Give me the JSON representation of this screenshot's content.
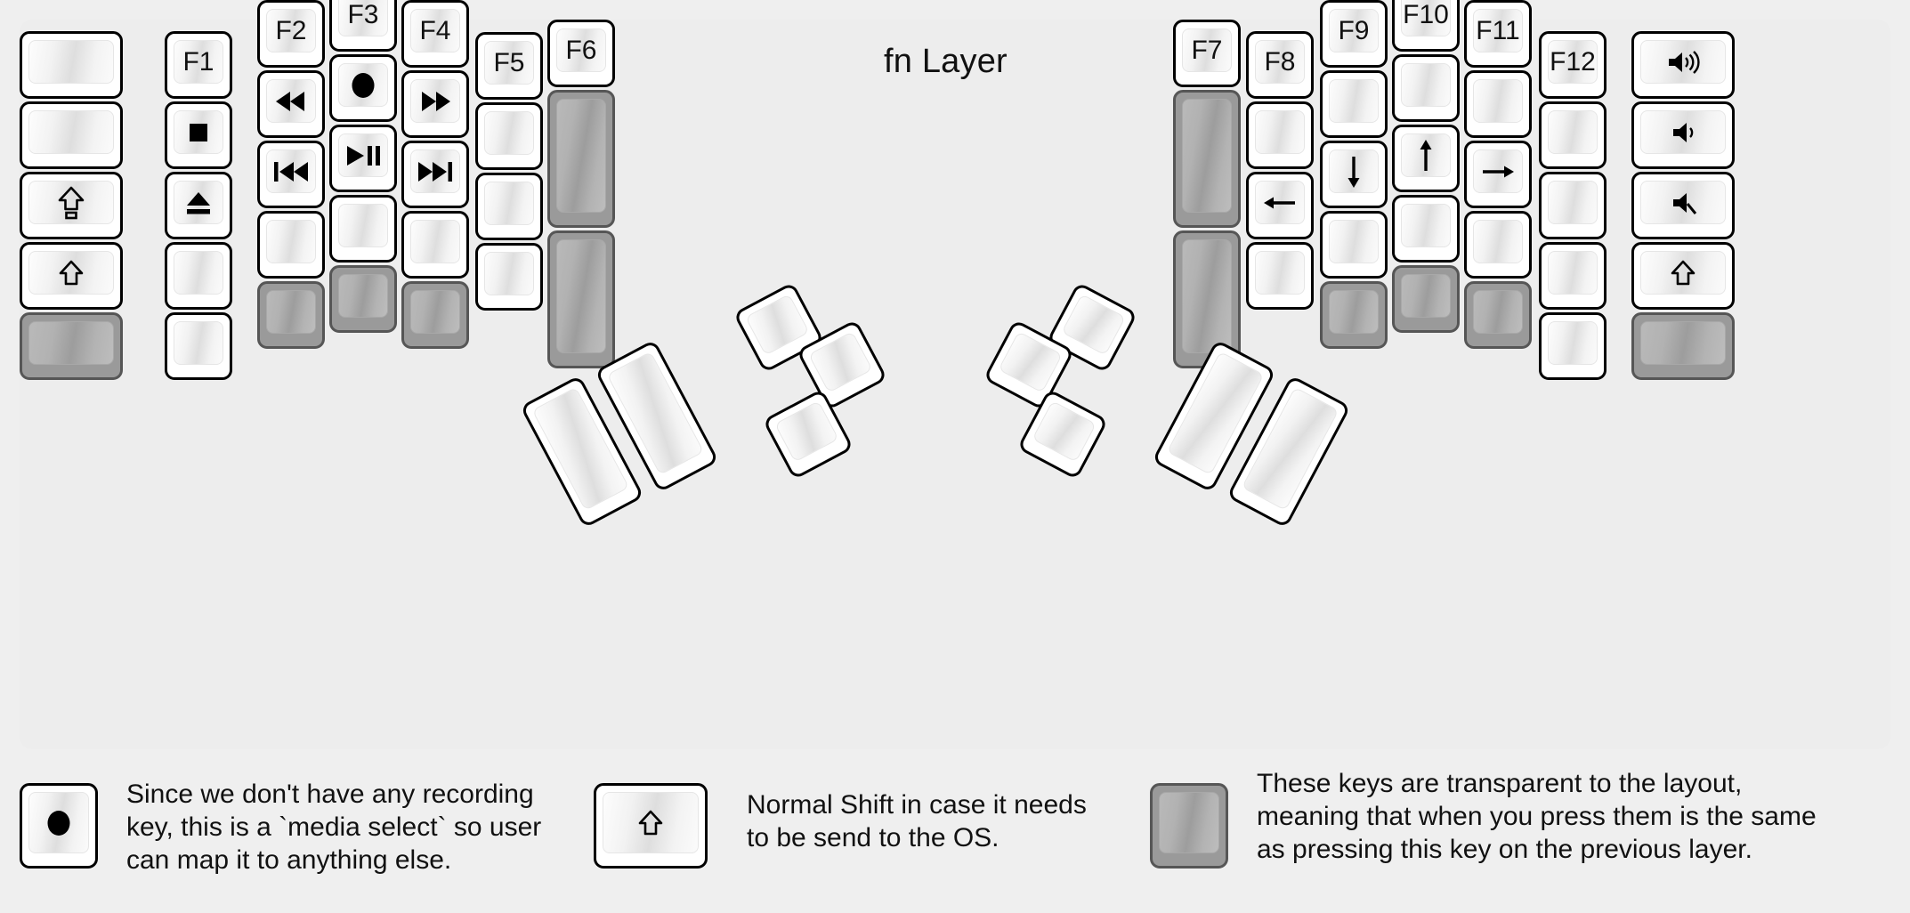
{
  "title": "fn Layer",
  "colors": {
    "background": "#efefef",
    "panel": "#ededed",
    "key_face": "#ffffff",
    "key_outline": "#000000",
    "transparent_key": "#9a9a9a",
    "transparent_outline": "#565656",
    "text": "#111111"
  },
  "legend": [
    {
      "key_icon": "record-icon",
      "key_width": "1u",
      "transparent": false,
      "text": "Since we don't have any recording\nkey, this is a `media select` so user\ncan map it to anything else."
    },
    {
      "key_icon": "shift-icon",
      "key_width": "1.5u",
      "transparent": false,
      "text": "Normal Shift in case it needs\nto be send to the OS."
    },
    {
      "key_icon": "",
      "key_width": "1u",
      "transparent": true,
      "text": "These keys are transparent to the layout,\nmeaning that when you press them is the same\nas pressing this key on the previous layer."
    }
  ],
  "left_half": {
    "columns": [
      {
        "name": "pinky-outer",
        "width": "1.5u",
        "keys": [
          {
            "label": "",
            "icon": "",
            "transparent": false
          },
          {
            "label": "",
            "icon": "",
            "transparent": false
          },
          {
            "label": "",
            "icon": "caps-lock-icon",
            "transparent": false
          },
          {
            "label": "",
            "icon": "shift-icon",
            "transparent": false
          },
          {
            "label": "",
            "icon": "",
            "transparent": true
          }
        ]
      },
      {
        "name": "pinky",
        "width": "1u",
        "keys": [
          {
            "label": "F1",
            "icon": "",
            "transparent": false
          },
          {
            "label": "",
            "icon": "stop-icon",
            "transparent": false
          },
          {
            "label": "",
            "icon": "eject-icon",
            "transparent": false
          },
          {
            "label": "",
            "icon": "",
            "transparent": false
          },
          {
            "label": "",
            "icon": "",
            "transparent": false
          }
        ]
      },
      {
        "name": "ring",
        "width": "1u",
        "keys": [
          {
            "label": "F2",
            "icon": "",
            "transparent": false
          },
          {
            "label": "",
            "icon": "rewind-icon",
            "transparent": false
          },
          {
            "label": "",
            "icon": "prev-track-icon",
            "transparent": false
          },
          {
            "label": "",
            "icon": "",
            "transparent": false
          },
          {
            "label": "",
            "icon": "",
            "transparent": true
          }
        ]
      },
      {
        "name": "middle",
        "width": "1u",
        "keys": [
          {
            "label": "F3",
            "icon": "",
            "transparent": false
          },
          {
            "label": "",
            "icon": "record-icon",
            "transparent": false
          },
          {
            "label": "",
            "icon": "play-pause-icon",
            "transparent": false
          },
          {
            "label": "",
            "icon": "",
            "transparent": false
          },
          {
            "label": "",
            "icon": "",
            "transparent": true
          }
        ]
      },
      {
        "name": "index",
        "width": "1u",
        "keys": [
          {
            "label": "F4",
            "icon": "",
            "transparent": false
          },
          {
            "label": "",
            "icon": "fast-forward-icon",
            "transparent": false
          },
          {
            "label": "",
            "icon": "next-track-icon",
            "transparent": false
          },
          {
            "label": "",
            "icon": "",
            "transparent": false
          },
          {
            "label": "",
            "icon": "",
            "transparent": true
          }
        ]
      },
      {
        "name": "index-inner",
        "width": "1u",
        "keys": [
          {
            "label": "F5",
            "icon": "",
            "transparent": false
          },
          {
            "label": "",
            "icon": "",
            "transparent": false
          },
          {
            "label": "",
            "icon": "",
            "transparent": false
          },
          {
            "label": "",
            "icon": "",
            "transparent": false
          }
        ]
      },
      {
        "name": "inner",
        "width": "1u",
        "keys": [
          {
            "label": "F6",
            "icon": "",
            "transparent": false
          },
          {
            "label": "",
            "icon": "",
            "transparent": true,
            "height": "2u"
          },
          {
            "label": "",
            "icon": "",
            "transparent": true,
            "height": "2u"
          }
        ]
      }
    ],
    "thumb_cluster": [
      {
        "name": "thumb-1",
        "size": "1u",
        "transparent": false
      },
      {
        "name": "thumb-2",
        "size": "1u",
        "transparent": false
      },
      {
        "name": "thumb-3",
        "size": "1u",
        "transparent": false
      },
      {
        "name": "thumb-4",
        "size": "2u",
        "transparent": false
      },
      {
        "name": "thumb-5",
        "size": "2u",
        "transparent": false
      }
    ]
  },
  "right_half": {
    "columns": [
      {
        "name": "inner",
        "width": "1u",
        "keys": [
          {
            "label": "F7",
            "icon": "",
            "transparent": false
          },
          {
            "label": "",
            "icon": "",
            "transparent": true,
            "height": "2u"
          },
          {
            "label": "",
            "icon": "",
            "transparent": true,
            "height": "2u"
          }
        ]
      },
      {
        "name": "index-inner",
        "width": "1u",
        "keys": [
          {
            "label": "F8",
            "icon": "",
            "transparent": false
          },
          {
            "label": "",
            "icon": "",
            "transparent": false
          },
          {
            "label": "",
            "icon": "arrow-left-icon",
            "transparent": false
          },
          {
            "label": "",
            "icon": "",
            "transparent": false
          }
        ]
      },
      {
        "name": "index",
        "width": "1u",
        "keys": [
          {
            "label": "F9",
            "icon": "",
            "transparent": false
          },
          {
            "label": "",
            "icon": "",
            "transparent": false
          },
          {
            "label": "",
            "icon": "arrow-down-icon",
            "transparent": false
          },
          {
            "label": "",
            "icon": "",
            "transparent": false
          },
          {
            "label": "",
            "icon": "",
            "transparent": true
          }
        ]
      },
      {
        "name": "middle",
        "width": "1u",
        "keys": [
          {
            "label": "F10",
            "icon": "",
            "transparent": false
          },
          {
            "label": "",
            "icon": "",
            "transparent": false
          },
          {
            "label": "",
            "icon": "arrow-up-icon",
            "transparent": false
          },
          {
            "label": "",
            "icon": "",
            "transparent": false
          },
          {
            "label": "",
            "icon": "",
            "transparent": true
          }
        ]
      },
      {
        "name": "ring",
        "width": "1u",
        "keys": [
          {
            "label": "F11",
            "icon": "",
            "transparent": false
          },
          {
            "label": "",
            "icon": "",
            "transparent": false
          },
          {
            "label": "",
            "icon": "arrow-right-icon",
            "transparent": false
          },
          {
            "label": "",
            "icon": "",
            "transparent": false
          },
          {
            "label": "",
            "icon": "",
            "transparent": true
          }
        ]
      },
      {
        "name": "pinky",
        "width": "1u",
        "keys": [
          {
            "label": "F12",
            "icon": "",
            "transparent": false
          },
          {
            "label": "",
            "icon": "",
            "transparent": false
          },
          {
            "label": "",
            "icon": "",
            "transparent": false
          },
          {
            "label": "",
            "icon": "",
            "transparent": false
          },
          {
            "label": "",
            "icon": "",
            "transparent": false
          }
        ]
      },
      {
        "name": "pinky-outer",
        "width": "1.5u",
        "keys": [
          {
            "label": "",
            "icon": "volume-up-icon",
            "transparent": false
          },
          {
            "label": "",
            "icon": "volume-down-icon",
            "transparent": false
          },
          {
            "label": "",
            "icon": "volume-mute-icon",
            "transparent": false
          },
          {
            "label": "",
            "icon": "shift-icon",
            "transparent": false
          },
          {
            "label": "",
            "icon": "",
            "transparent": true
          }
        ]
      }
    ],
    "thumb_cluster": [
      {
        "name": "thumb-1",
        "size": "1u",
        "transparent": false
      },
      {
        "name": "thumb-2",
        "size": "1u",
        "transparent": false
      },
      {
        "name": "thumb-3",
        "size": "1u",
        "transparent": false
      },
      {
        "name": "thumb-4",
        "size": "2u",
        "transparent": false
      },
      {
        "name": "thumb-5",
        "size": "2u",
        "transparent": false
      }
    ]
  }
}
